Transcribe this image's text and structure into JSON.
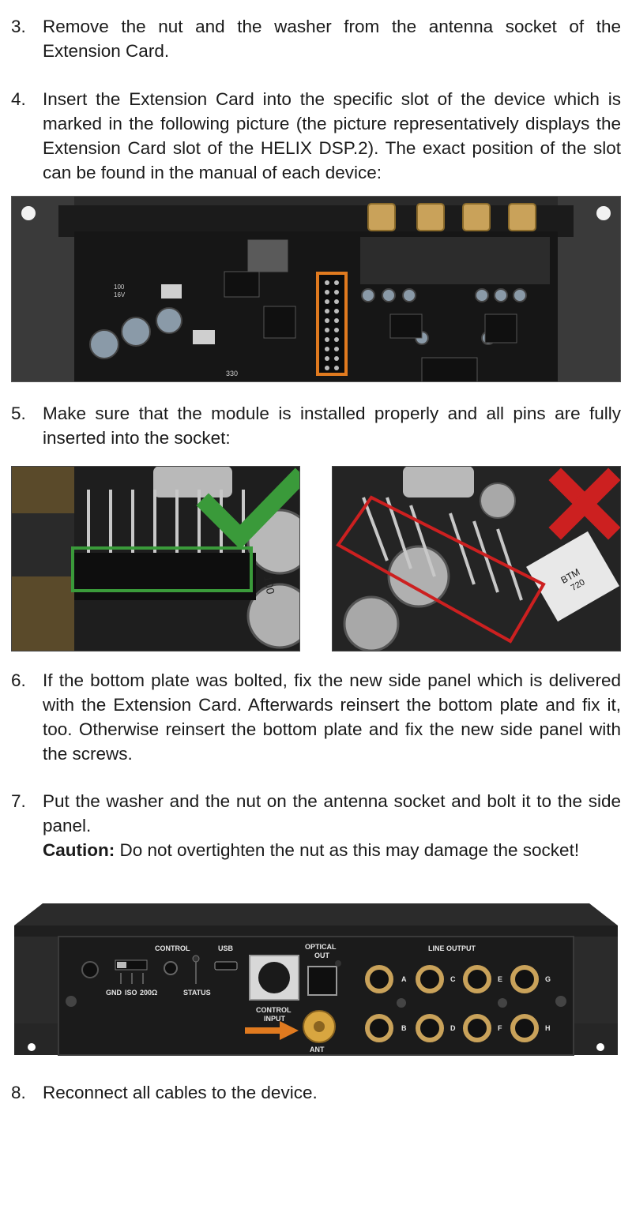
{
  "steps": [
    {
      "num": "3.",
      "text": "Remove the nut and the washer from the antenna socket of the Extension Card."
    },
    {
      "num": "4.",
      "text": "Insert the Extension Card into the specific slot of the device which is marked in the following picture (the picture representatively displays the Extension Card slot of the HELIX DSP.2). The exact position of the slot can be found in the manual of each device:"
    },
    {
      "num": "5.",
      "text": "Make sure that the module is installed properly and all pins are fully inserted into the socket:"
    },
    {
      "num": "6.",
      "text": "If the bottom plate was bolted, fix the new side panel which is delivered with the Extension Card. Afterwards reinsert the bottom plate and fix it, too. Otherwise reinsert the bottom plate and fix the new side panel with the screws."
    },
    {
      "num": "7.",
      "text": "Put the washer and the nut on the antenna socket and bolt it to the side panel.",
      "caution_label": "Caution:",
      "caution_text": " Do not overtighten the nut as this may damage the socket!"
    },
    {
      "num": "8.",
      "text": "Reconnect all cables to the device."
    }
  ],
  "photo_board": {
    "highlight_color": "#e07a1f",
    "chip_labels": [
      "330",
      "100",
      "16V"
    ]
  },
  "photo_pins_ok": {
    "check_color": "#3a9a3a",
    "cap_label": "100"
  },
  "photo_pins_bad": {
    "cross_color": "#cc2020",
    "module_label": "BTM",
    "module_label2": "720"
  },
  "photo_panel": {
    "labels": {
      "control": "CONTROL",
      "usb": "USB",
      "optical": "OPTICAL",
      "optical2": "OUT",
      "line_output": "LINE OUTPUT",
      "gnd": "GND",
      "iso": "ISO",
      "ohm": "200Ω",
      "status": "STATUS",
      "control_input": "CONTROL",
      "control_input2": "INPUT",
      "ant": "ANT",
      "ch_a": "A",
      "ch_b": "B",
      "ch_c": "C",
      "ch_d": "D",
      "ch_e": "E",
      "ch_f": "F",
      "ch_g": "G",
      "ch_h": "H"
    },
    "arrow_color": "#e07a1f"
  }
}
